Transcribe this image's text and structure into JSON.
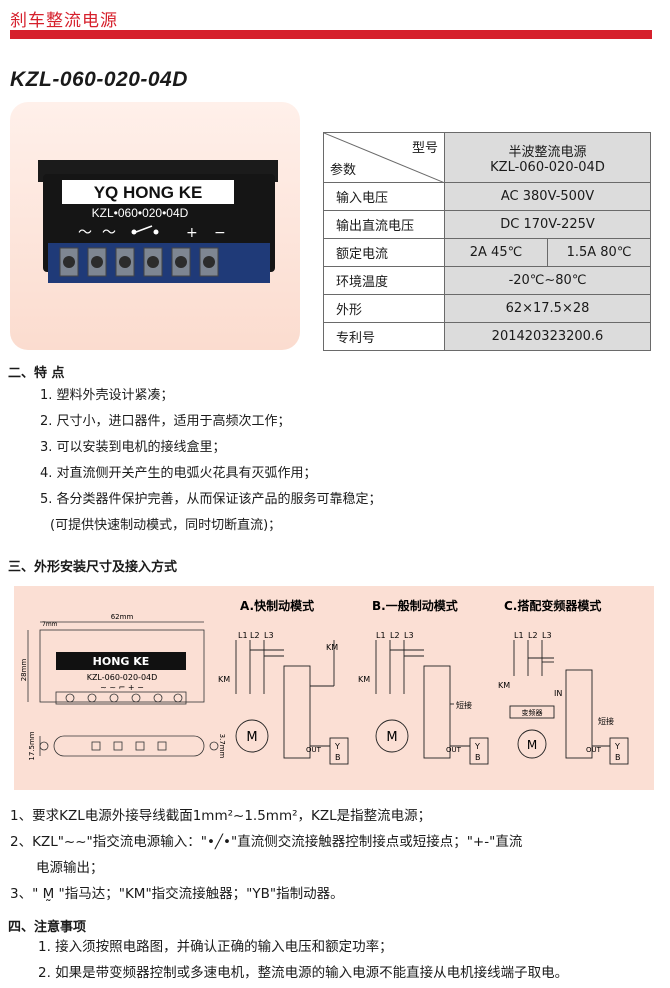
{
  "header": {
    "title": "刹车整流电源",
    "accent": "#d6202c"
  },
  "product": {
    "model": "KZL-060-020-04D",
    "device": {
      "brand": "YQ HONG KE",
      "model": "KZL•060•020•04D",
      "symbols": [
        "～",
        "～",
        "•—•",
        "+",
        "−"
      ]
    }
  },
  "spec": {
    "header_model": "型号",
    "header_param": "参数",
    "product_name": "半波整流电源",
    "product_model": "KZL-060-020-04D",
    "rows": [
      {
        "key": "输入电压",
        "value": "AC 380V-500V"
      },
      {
        "key": "输出直流电压",
        "value": "DC 170V-225V"
      },
      {
        "key": "额定电流",
        "value_a": "2A 45℃",
        "value_b": "1.5A 80℃"
      },
      {
        "key": "环境温度",
        "value": "-20℃~80℃"
      },
      {
        "key": "外形",
        "value": "62×17.5×28"
      },
      {
        "key": "专利号",
        "value": "201420323200.6"
      }
    ]
  },
  "features": {
    "heading": "二、特 点",
    "items": [
      "1. 塑料外壳设计紧凑；",
      "2. 尺寸小，进口器件，适用于高频次工作；",
      "3. 可以安装到电机的接线盒里；",
      "4. 对直流侧开关产生的电弧火花具有灭弧作用；",
      "5. 各分类器件保护完善，从而保证该产品的服务可靠稳定；",
      "(可提供快速制动模式，同时切断直流)；"
    ]
  },
  "install": {
    "heading": "三、外形安装尺寸及接入方式",
    "dims": {
      "width": "62mm",
      "height": "28mm",
      "depth": "17.5mm",
      "hole": "3.7mm",
      "tab": "7mm",
      "brand": "HONG  KE",
      "model": "KZL-060-020-04D",
      "symbols": "~  ~  ⌐  +  −"
    },
    "modes": [
      {
        "title": "A.快制动模式",
        "labels": [
          "L1",
          "L2",
          "L3",
          "KM",
          "KM",
          "OUT",
          "Y",
          "B"
        ]
      },
      {
        "title": "B.一般制动模式",
        "labels": [
          "L1",
          "L2",
          "L3",
          "KM",
          "短接",
          "OUT",
          "Y",
          "B"
        ]
      },
      {
        "title": "C.搭配变频器模式",
        "labels": [
          "L1",
          "L2",
          "L3",
          "KM",
          "IN",
          "变频器",
          "短接",
          "OUT",
          "Y",
          "B"
        ]
      }
    ],
    "motor_letter": "M",
    "terminals": [
      "~",
      "~",
      "+",
      "−"
    ]
  },
  "notes": {
    "lines": [
      "1、要求KZL电源外接导线截面1mm²~1.5mm²，KZL是指整流电源；",
      "2、KZL\"~~\"指交流电源输入：\"•╱•\"直流侧交流接触器控制接点或短接点；\"+-\"直流",
      "电源输出；",
      "3、\" M̰ \"指马达；\"KM\"指交流接触器；\"YB\"指制动器。"
    ]
  },
  "cautions": {
    "heading": "四、注意事项",
    "items": [
      "1. 接入须按照电路图，并确认正确的输入电压和额定功率；",
      "2. 如果是带变频器控制或多速电机，整流电源的输入电源不能直接从电机接线端子取电。"
    ]
  }
}
